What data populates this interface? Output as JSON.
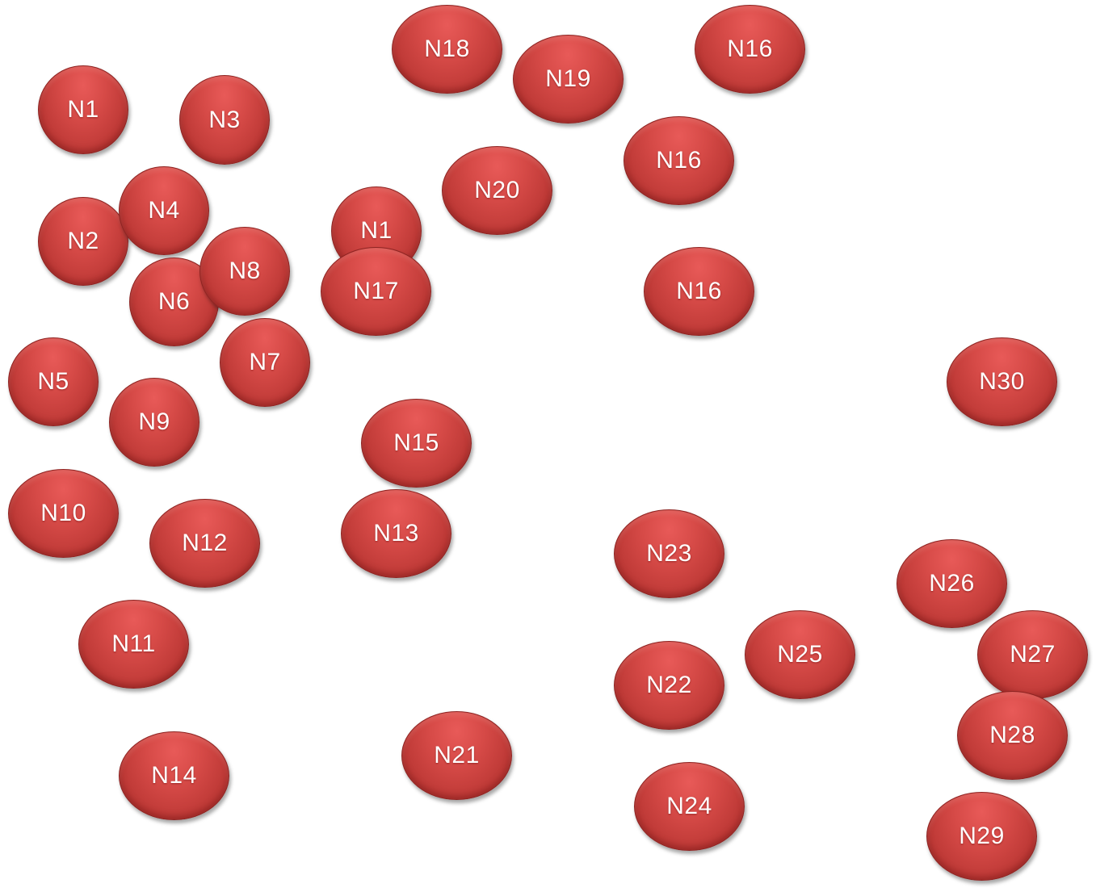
{
  "nodes": [
    {
      "id": "n1a",
      "label": "N1"
    },
    {
      "id": "n3",
      "label": "N3"
    },
    {
      "id": "n2",
      "label": "N2"
    },
    {
      "id": "n4",
      "label": "N4"
    },
    {
      "id": "n6",
      "label": "N6"
    },
    {
      "id": "n8",
      "label": "N8"
    },
    {
      "id": "n7",
      "label": "N7"
    },
    {
      "id": "n5",
      "label": "N5"
    },
    {
      "id": "n9",
      "label": "N9"
    },
    {
      "id": "n10",
      "label": "N10"
    },
    {
      "id": "n12",
      "label": "N12"
    },
    {
      "id": "n11",
      "label": "N11"
    },
    {
      "id": "n14",
      "label": "N14"
    },
    {
      "id": "n18",
      "label": "N18"
    },
    {
      "id": "n19",
      "label": "N19"
    },
    {
      "id": "n16a",
      "label": "N16"
    },
    {
      "id": "n16b",
      "label": "N16"
    },
    {
      "id": "n20",
      "label": "N20"
    },
    {
      "id": "n1b",
      "label": "N1"
    },
    {
      "id": "n17",
      "label": "N17"
    },
    {
      "id": "n16c",
      "label": "N16"
    },
    {
      "id": "n15",
      "label": "N15"
    },
    {
      "id": "n13",
      "label": "N13"
    },
    {
      "id": "n30",
      "label": "N30"
    },
    {
      "id": "n23",
      "label": "N23"
    },
    {
      "id": "n26",
      "label": "N26"
    },
    {
      "id": "n27",
      "label": "N27"
    },
    {
      "id": "n25",
      "label": "N25"
    },
    {
      "id": "n22",
      "label": "N22"
    },
    {
      "id": "n28",
      "label": "N28"
    },
    {
      "id": "n21",
      "label": "N21"
    },
    {
      "id": "n24",
      "label": "N24"
    },
    {
      "id": "n29",
      "label": "N29"
    }
  ]
}
